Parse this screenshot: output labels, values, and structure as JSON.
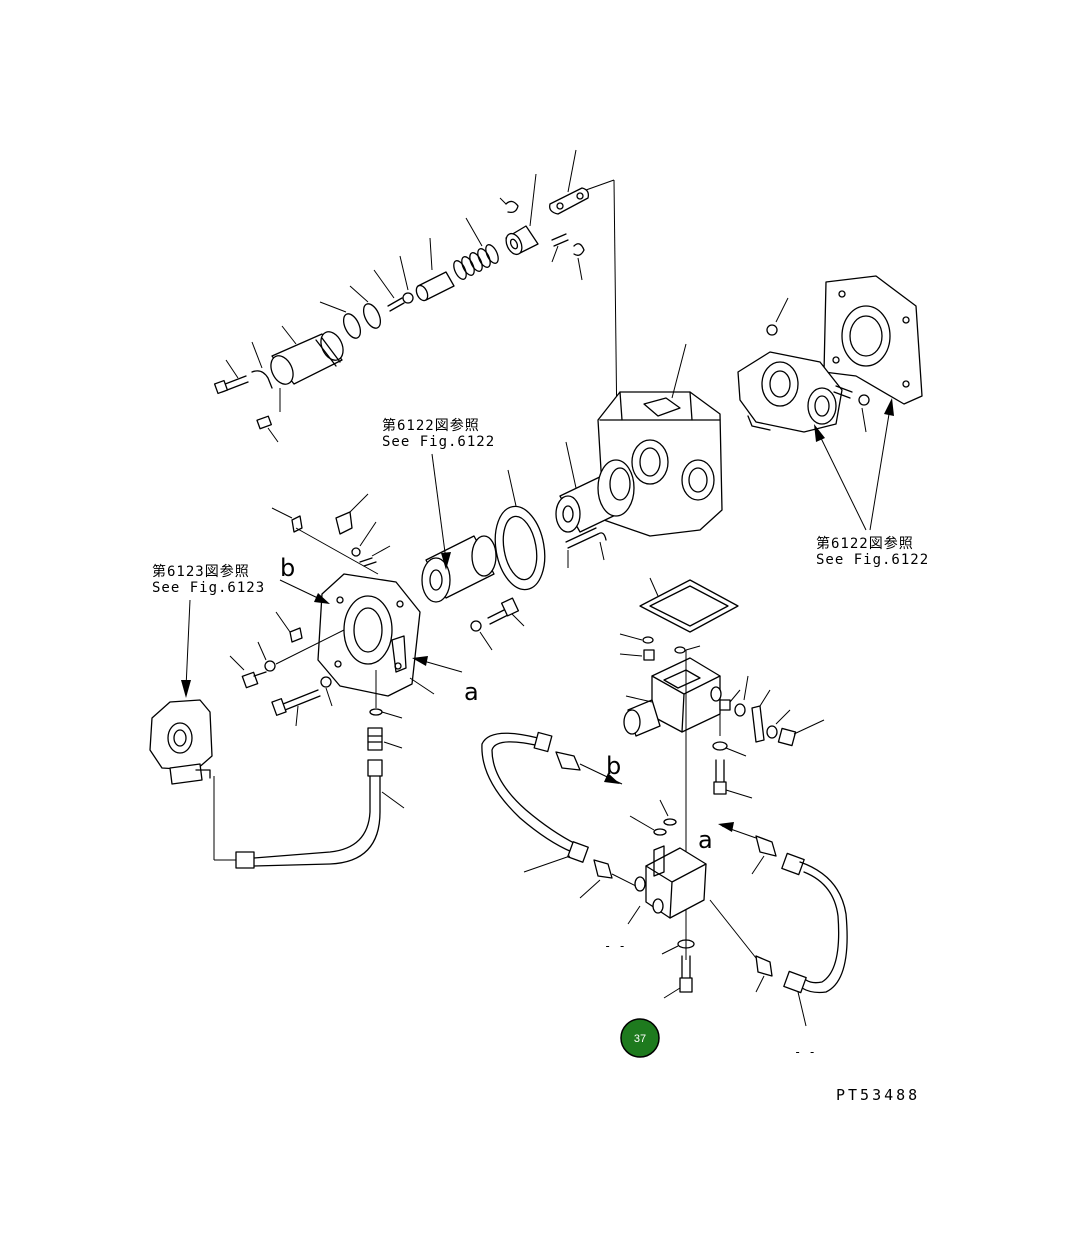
{
  "references": [
    {
      "id": "ref-6122-top",
      "jp": "第6122図参照",
      "en": "See Fig.6122"
    },
    {
      "id": "ref-6123-left",
      "jp": "第6123図参照",
      "en": "See Fig.6123"
    },
    {
      "id": "ref-6122-right",
      "jp": "第6122図参照",
      "en": "See Fig.6122"
    }
  ],
  "markers": {
    "a1": "a",
    "a2": "a",
    "b1": "b",
    "b2": "b"
  },
  "dashes": {
    "d1": "-  -",
    "d2": "-  -"
  },
  "page_badge": {
    "number": "37",
    "color": "#1e7a1e"
  },
  "figure_code": "PT53488"
}
